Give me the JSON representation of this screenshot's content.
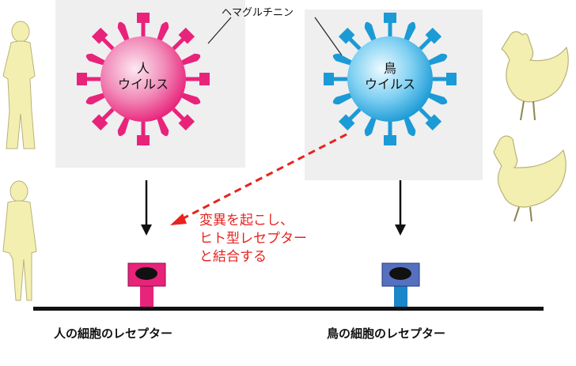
{
  "labels": {
    "hemagglutinin": "ヘマグルチニン",
    "human_virus": [
      "人",
      "ウイルス"
    ],
    "bird_virus": [
      "鳥",
      "ウイルス"
    ],
    "mutation": [
      "変異を起こし、",
      "ヒト型レセプター",
      "と結合する"
    ],
    "human_receptor": "人の細胞のレセプター",
    "bird_receptor": "鳥の細胞のレセプター"
  },
  "colors": {
    "human_virus": "#e8237a",
    "human_virus_light": "#f7c6dc",
    "bird_virus": "#1b9ad6",
    "bird_virus_light": "#cfeefb",
    "mutation_arrow": "#e8231e",
    "human_receptor": "#e8237a",
    "bird_receptor_top": "#5670c0",
    "bird_receptor_stem": "#1a87c9",
    "silhouette": "#f3efb0",
    "panel": "#efefef"
  },
  "icons": [
    "woman-silhouette-icon",
    "man-silhouette-icon",
    "rooster-icon",
    "hen-icon"
  ]
}
